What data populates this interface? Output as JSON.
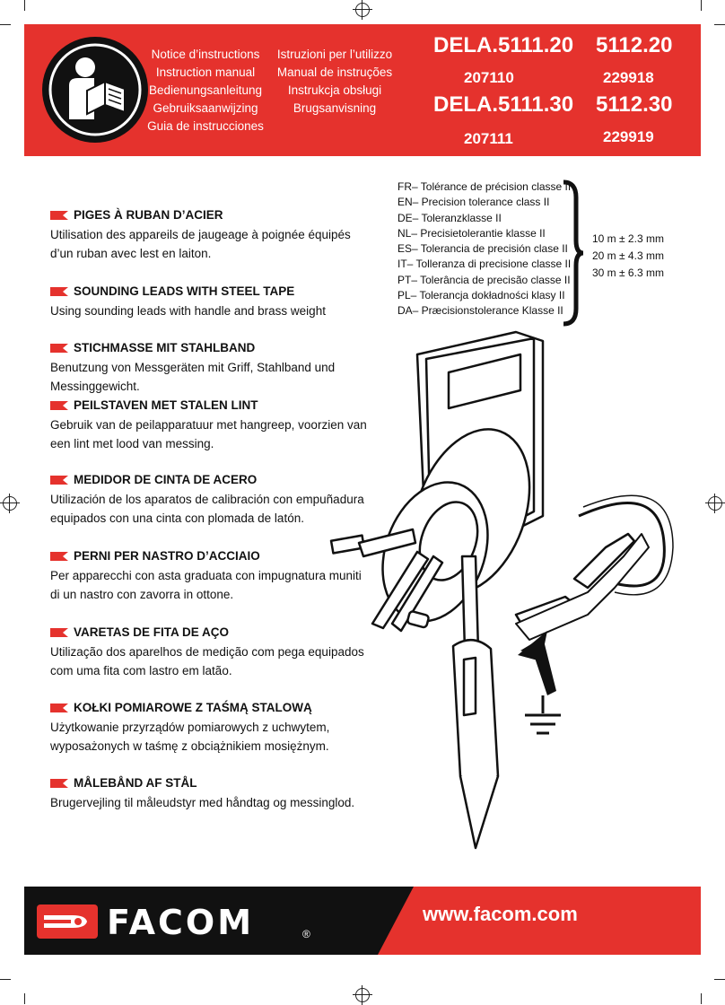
{
  "header": {
    "languages_col1": [
      "Notice d’instructions",
      "Instruction manual",
      "Bedienungsanleitung",
      "Gebruiksaanwijzing",
      "Guia de instrucciones"
    ],
    "languages_col2": [
      "Istruzioni per l’utilizzo",
      "Manual de instruções",
      "Instrukcja obsługi",
      "Brugsanvisning"
    ],
    "refs": {
      "r1": "DELA.5111.20",
      "r2": "5112.20",
      "r3": "207110",
      "r4": "229918",
      "r5": "DELA.5111.30",
      "r6": "5112.30",
      "r7": "207111",
      "r8": "229919"
    },
    "icon": "manual-reading-person-icon"
  },
  "sections": [
    {
      "title": "PIGES À RUBAN D’ACIER",
      "text": "Utilisation des appareils de jaugeage à poignée équipés d’un ruban avec lest en laiton."
    },
    {
      "title": "SOUNDING LEADS WITH STEEL TAPE",
      "text": "Using sounding leads with handle and brass weight"
    },
    {
      "title": "STICHMASSE MIT STAHLBAND",
      "text": "Benutzung von Messgeräten mit Griff, Stahlband und Messinggewicht."
    },
    {
      "title": "PEILSTAVEN MET STALEN LINT",
      "text": "Gebruik van de peilapparatuur met hangreep, voorzien van een lint met lood van messing."
    },
    {
      "title": "MEDIDOR DE CINTA DE ACERO",
      "text": "Utilización de los aparatos de calibración con empuñadura equipados con una cinta con plomada de latón."
    },
    {
      "title": "PERNI PER NASTRO D’ACCIAIO",
      "text": "Per apparecchi con asta graduata con impugnatura muniti di un nastro con zavorra in ottone."
    },
    {
      "title": "VARETAS DE FITA DE AÇO",
      "text": "Utilização dos aparelhos de medição com pega equipados com uma fita com lastro em latão."
    },
    {
      "title": "KOŁKI POMIAROWE Z TAŚMĄ STALOWĄ",
      "text": "Użytkowanie przyrządów pomiarowych z uchwytem, wyposażonych w taśmę z obciążnikiem mosiężnym."
    },
    {
      "title": "MÅLEBÅND AF STÅL",
      "text": "Brugervejling til måleudstyr med håndtag og messinglod."
    }
  ],
  "tolerance": {
    "lines": [
      "FR– Tolérance de précision classe II",
      "EN– Precision tolerance class II",
      "DE– Toleranzklasse II",
      "NL– Precisietolerantie klasse II",
      "ES– Tolerancia de precisión clase II",
      "IT– Tolleranza di precisione classe II",
      "PT– Tolerância de precisão classe II",
      "PL– Tolerancja dokładności klasy II",
      "DA– Præcisionstolerance Klasse II"
    ],
    "values": [
      "10 m ± 2.3 mm",
      "20 m ± 4.3 mm",
      "30 m ± 6.3 mm"
    ]
  },
  "footer": {
    "brand": "FACOM",
    "registered": "®",
    "url": "www.facom.com",
    "icon": "facom-wrench-logo-icon"
  }
}
